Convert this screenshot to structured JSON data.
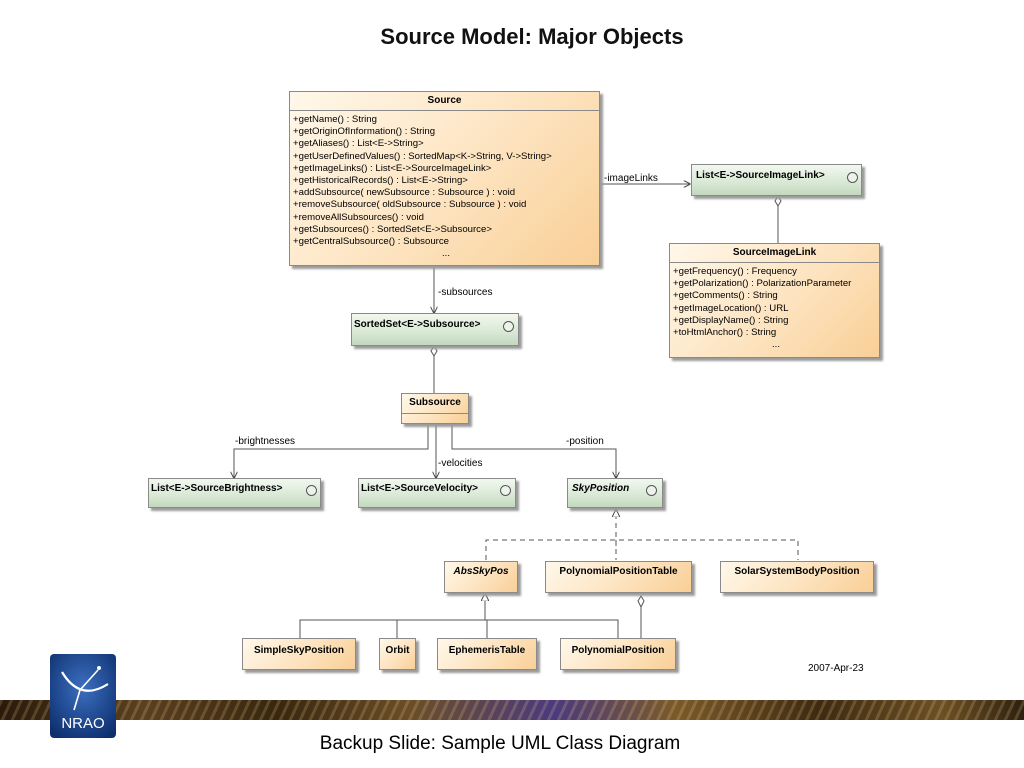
{
  "slide": {
    "title": "Source Model: Major Objects",
    "date": "2007-Apr-23",
    "footer": "Backup Slide: Sample UML Class Diagram",
    "logo_text": "NRAO"
  },
  "classes": {
    "source": {
      "name": "Source",
      "operations": [
        "+getName() : String",
        "+getOriginOfInformation() : String",
        "+getAliases() : List<E->String>",
        "+getUserDefinedValues() : SortedMap<K->String, V->String>",
        "+getImageLinks() : List<E->SourceImageLink>",
        "+getHistoricalRecords() : List<E->String>",
        "+addSubsource( newSubsource : Subsource ) : void",
        "+removeSubsource( oldSubsource : Subsource ) : void",
        "+removeAllSubsources() : void",
        "+getSubsources() : SortedSet<E->Subsource>",
        "+getCentralSubsource() : Subsource"
      ],
      "more": "..."
    },
    "list_image_link": {
      "name": "List<E->SourceImageLink>"
    },
    "source_image_link": {
      "name": "SourceImageLink",
      "operations": [
        "+getFrequency() : Frequency",
        "+getPolarization() : PolarizationParameter",
        "+getComments() : String",
        "+getImageLocation() : URL",
        "+getDisplayName() : String",
        "+toHtmlAnchor() : String"
      ],
      "more": "..."
    },
    "sorted_set_subsource": {
      "name": "SortedSet<E->Subsource>"
    },
    "subsource": {
      "name": "Subsource"
    },
    "list_brightness": {
      "name": "List<E->SourceBrightness>"
    },
    "list_velocity": {
      "name": "List<E->SourceVelocity>"
    },
    "sky_position": {
      "name": "SkyPosition"
    },
    "abs_sky_pos": {
      "name": "AbsSkyPos"
    },
    "polynomial_position_table": {
      "name": "PolynomialPositionTable"
    },
    "solar_system_body_position": {
      "name": "SolarSystemBodyPosition"
    },
    "simple_sky_position": {
      "name": "SimpleSkyPosition"
    },
    "orbit": {
      "name": "Orbit"
    },
    "ephemeris_table": {
      "name": "EphemerisTable"
    },
    "polynomial_position": {
      "name": "PolynomialPosition"
    }
  },
  "associations": {
    "image_links": "-imageLinks",
    "subsources": "-subsources",
    "brightnesses": "-brightnesses",
    "velocities": "-velocities",
    "position": "-position"
  },
  "colors": {
    "class_fill": "#fde3bf",
    "collection_fill": "#d8e8d4",
    "line": "#555555"
  }
}
